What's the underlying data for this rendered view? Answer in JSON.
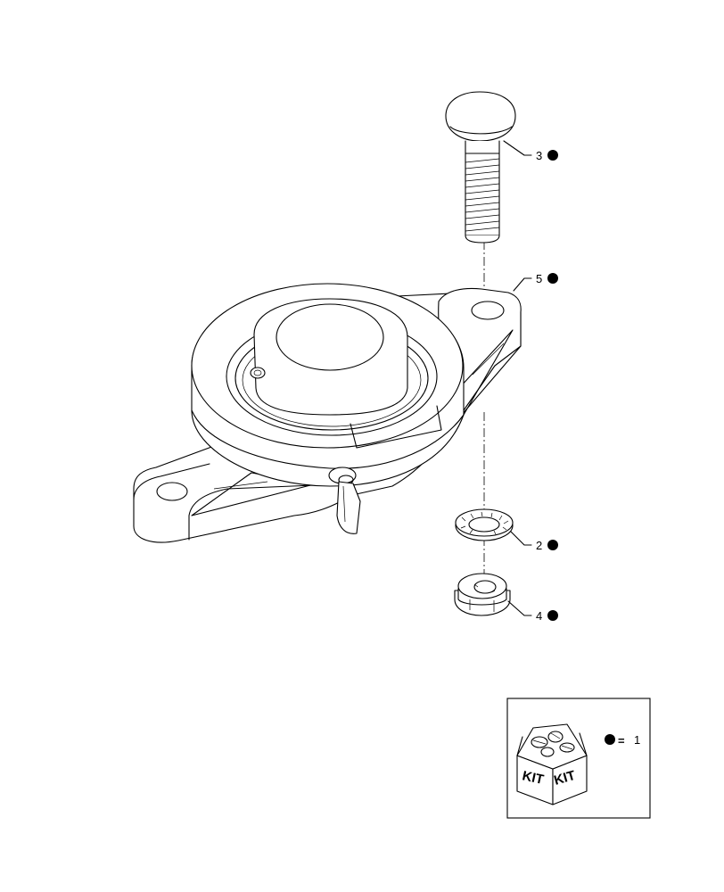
{
  "callouts": [
    {
      "id": "bolt",
      "label": "3"
    },
    {
      "id": "bearing",
      "label": "5"
    },
    {
      "id": "washer",
      "label": "2"
    },
    {
      "id": "nut",
      "label": "4"
    }
  ],
  "legend": {
    "kit_word_left": "KIT",
    "kit_word_right": "KIT",
    "equals": "=",
    "kit_number": "1"
  }
}
